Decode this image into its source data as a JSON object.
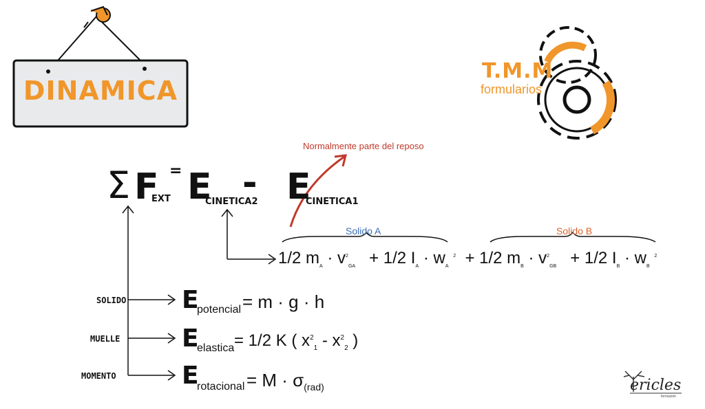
{
  "sign": {
    "title": "DINAMICA"
  },
  "logo_tmm": {
    "title": "T.M.M",
    "subtitle": "formularios"
  },
  "main_eq": {
    "sigma": "Σ",
    "F": "F",
    "F_sub": "EXT",
    "equals": "=",
    "E1": "E",
    "E1_sub": "CINETICA2",
    "minus": "-",
    "E2": "E",
    "E2_sub": "CINETICA1"
  },
  "annotation": "Normalmente parte del reposo",
  "solido_a": "Solido A",
  "solido_b": "Solido B",
  "kinetic": {
    "t1": "1/2 m",
    "t1s": "A",
    "dot1": "·",
    "v1": "v",
    "v1sup": "2",
    "v1sub": "GA",
    "plus1": "+ 1/2 I",
    "i1s": "A",
    "dot2": "·",
    "w1": "w",
    "w1sup": "2",
    "w1sub": "A",
    "plus2": "+ 1/2 m",
    "m2s": "B",
    "dot3": "·",
    "v2": "v",
    "v2sup": "2",
    "v2sub": "GB",
    "plus3": "+ 1/2 I",
    "i2s": "B",
    "dot4": "·",
    "w2": "w",
    "w2sup": "2",
    "w2sub": "B"
  },
  "side_labels": {
    "solido": "SOLIDO",
    "muelle": "MUELLE",
    "momento": "MOMENTO"
  },
  "potencial": {
    "E": "E",
    "sub": "potencial",
    "rhs": "=  m · g · h"
  },
  "elastica": {
    "E": "E",
    "sub": "elastica",
    "rhs_a": "=  1/2 K ( x",
    "x1sup": "2",
    "x1sub": "1",
    "rhs_b": " - x",
    "x2sup": "2",
    "x2sub": "2",
    "rhs_c": "  )"
  },
  "rotacional": {
    "E": "E",
    "sub": "rotacional",
    "rhs": "=  M · σ",
    "rhs_sub": "(rad)"
  },
  "brand": {
    "name": "ericles",
    "tagline": "formación"
  }
}
